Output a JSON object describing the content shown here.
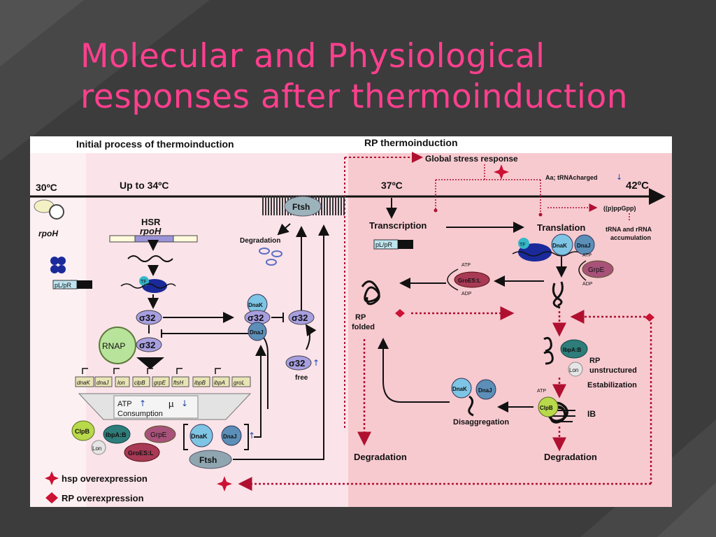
{
  "slide": {
    "title_line1": "Molecular and Physiological",
    "title_line2": "responses after thermoinduction"
  },
  "diagram": {
    "header_left": "Initial process of thermoinduction",
    "header_right": "RP thermoinduction",
    "temps": {
      "t30": "30ºC",
      "t34": "Up to 34ºC",
      "t37": "37ºC",
      "t42": "42ºC"
    },
    "left": {
      "rpoH_promoter": "rpoH",
      "plpr": "pL/pR",
      "rp": "RP",
      "hsr": "HSR",
      "rpoH_gene": "rpoH",
      "tf": "TF",
      "sigma": "σ32",
      "rnap": "RNAP",
      "genes": [
        "dnaK",
        "dnaJ",
        "lon",
        "clpB",
        "grpE",
        "ftsH",
        "ibpB",
        "ibpA",
        "groL"
      ],
      "atp": "ATP",
      "mu": "µ",
      "consumption": "Consumption",
      "proteins": [
        "ClpB",
        "IbpA:B",
        "GrpE",
        "Lon",
        "GroES:L"
      ],
      "dnak": "DnaK",
      "dnaj": "DnaJ",
      "ftsh": "Ftsh",
      "ftsh_top": "Ftsh",
      "degradation": "Degradation",
      "free": "free"
    },
    "right": {
      "global_stress": "Global stress response",
      "aa": "Aa; tRNAcharged",
      "ppgpp": "((p)ppGpp)",
      "trna1": "tRNA and rRNA",
      "trna2": "accumulation",
      "transcription": "Transcription",
      "translation": "Translation",
      "plpr": "pL/pR",
      "rp": "RP",
      "tf": "TF",
      "dnak": "DnaK",
      "dnaj": "DnaJ",
      "grpe": "GrpE",
      "atp": "ATP",
      "adp": "ADP",
      "groesl": "GroES:L",
      "rp_folded1": "RP",
      "rp_folded2": "folded",
      "ibpab": "IbpA:B",
      "lon": "Lon",
      "rp_unstr1": "RP",
      "rp_unstr2": "unstructured",
      "estab": "Estabilization",
      "atp2": "ATP",
      "clpb": "ClpB",
      "ib": "IB",
      "disagg": "Disaggregation",
      "degradation_left": "Degradation",
      "degradation_right": "Degradation"
    },
    "legend": {
      "hsp": "hsp overexpression",
      "rp": "RP overexpression"
    }
  },
  "colors": {
    "title": "#ff3f8e",
    "left_panel": "#fbe3ea",
    "right_panel": "#f7c8cf",
    "marker": "#cc1133"
  }
}
